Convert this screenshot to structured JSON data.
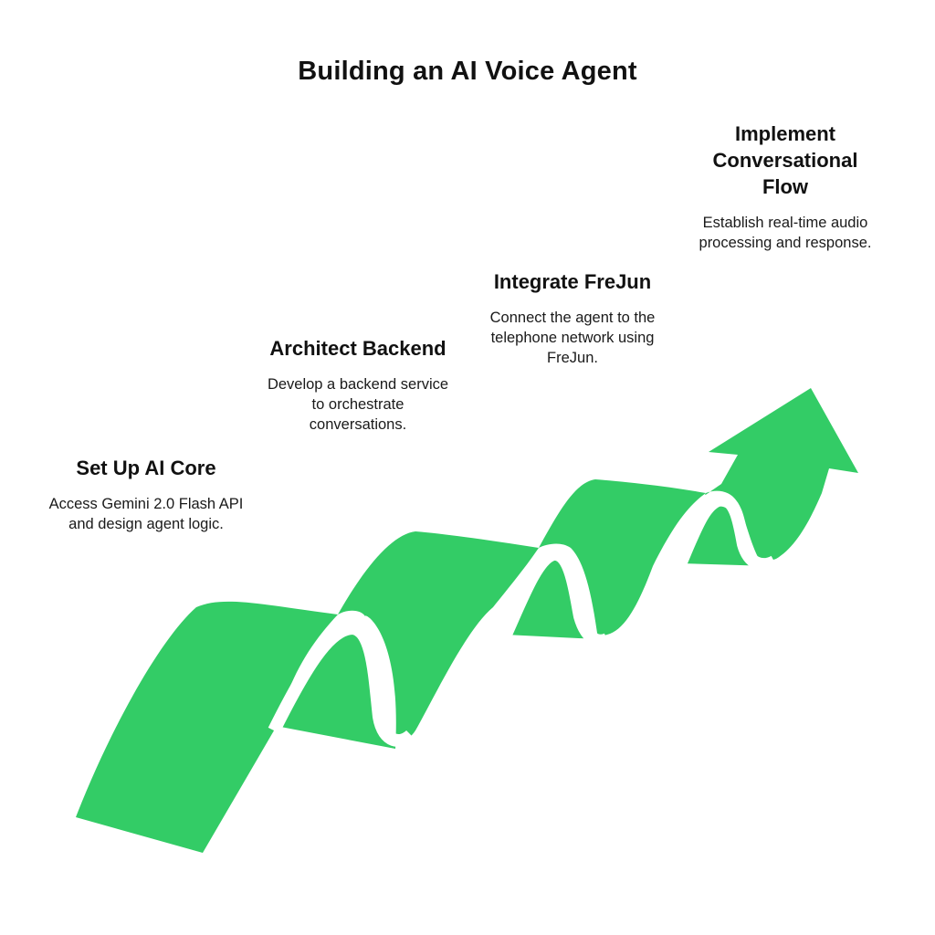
{
  "title": "Building an AI Voice Agent",
  "accent_color": "#33cc66",
  "steps": [
    {
      "title": "Set Up AI Core",
      "description": "Access Gemini 2.0 Flash API and design agent logic."
    },
    {
      "title": "Architect Backend",
      "description": "Develop a backend service to orchestrate conversations."
    },
    {
      "title": "Integrate FreJun",
      "description": "Connect the agent to the telephone network using FreJun."
    },
    {
      "title": "Implement Conversational Flow",
      "description": "Establish real-time audio processing and response."
    }
  ]
}
